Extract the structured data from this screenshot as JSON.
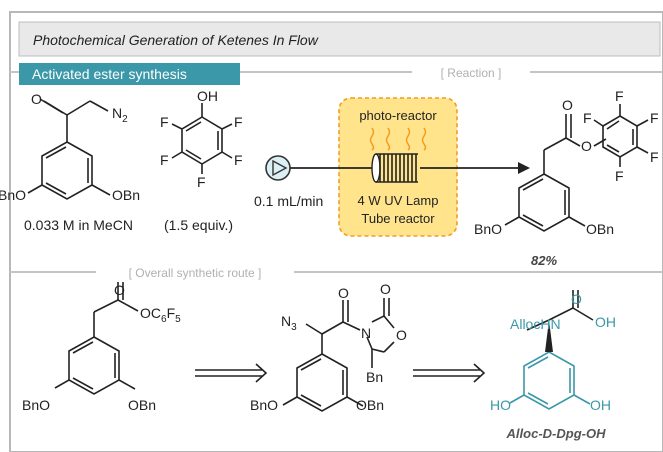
{
  "header": {
    "title": "Photochemical Generation of Ketenes In Flow"
  },
  "sections": {
    "activated_ester": {
      "tag": "Activated ester synthesis",
      "reaction_label": "[ Reaction ]"
    },
    "route": {
      "label": "[ Overall synthetic route ]"
    }
  },
  "reaction": {
    "reagent1": {
      "amount": "0.033 M in MeCN",
      "n2": "N",
      "n2_sub": "2",
      "obn_left": "BnO",
      "obn_right": "OBn",
      "o": "O"
    },
    "reagent2": {
      "amount": "(1.5 equiv.)",
      "oh": "OH",
      "f": "F"
    },
    "flow_rate": "0.1 mL/min",
    "reactor": {
      "title": "photo-reactor",
      "lamp": "4 W UV Lamp",
      "tube": "Tube reactor"
    },
    "product": {
      "yield": "82%",
      "obn_left": "BnO",
      "obn_right": "OBn",
      "o": "O",
      "f": "F"
    }
  },
  "route": {
    "start": {
      "oc6f5": "OC",
      "sub6": "6",
      "f": "F",
      "sub5": "5",
      "o": "O",
      "obn_left": "BnO",
      "obn_right": "OBn"
    },
    "intermediate": {
      "n3": "N",
      "sub3": "3",
      "n": "N",
      "o": "O",
      "bn": "Bn",
      "obn_left": "BnO",
      "obn_right": "OBn"
    },
    "final": {
      "name": "Alloc-D-Dpg-OH",
      "alloc_hn": "AllocHN",
      "oh": "OH",
      "o": "O",
      "ho": "HO",
      "oh_right": "OH"
    }
  },
  "colors": {
    "accent": "#3a98a8",
    "reactor_fill": "#ffe48c",
    "reactor_border": "#f39c22",
    "glow": "#f39c22",
    "header_bg": "#e9e9e9",
    "frame": "#b8b8b8"
  }
}
